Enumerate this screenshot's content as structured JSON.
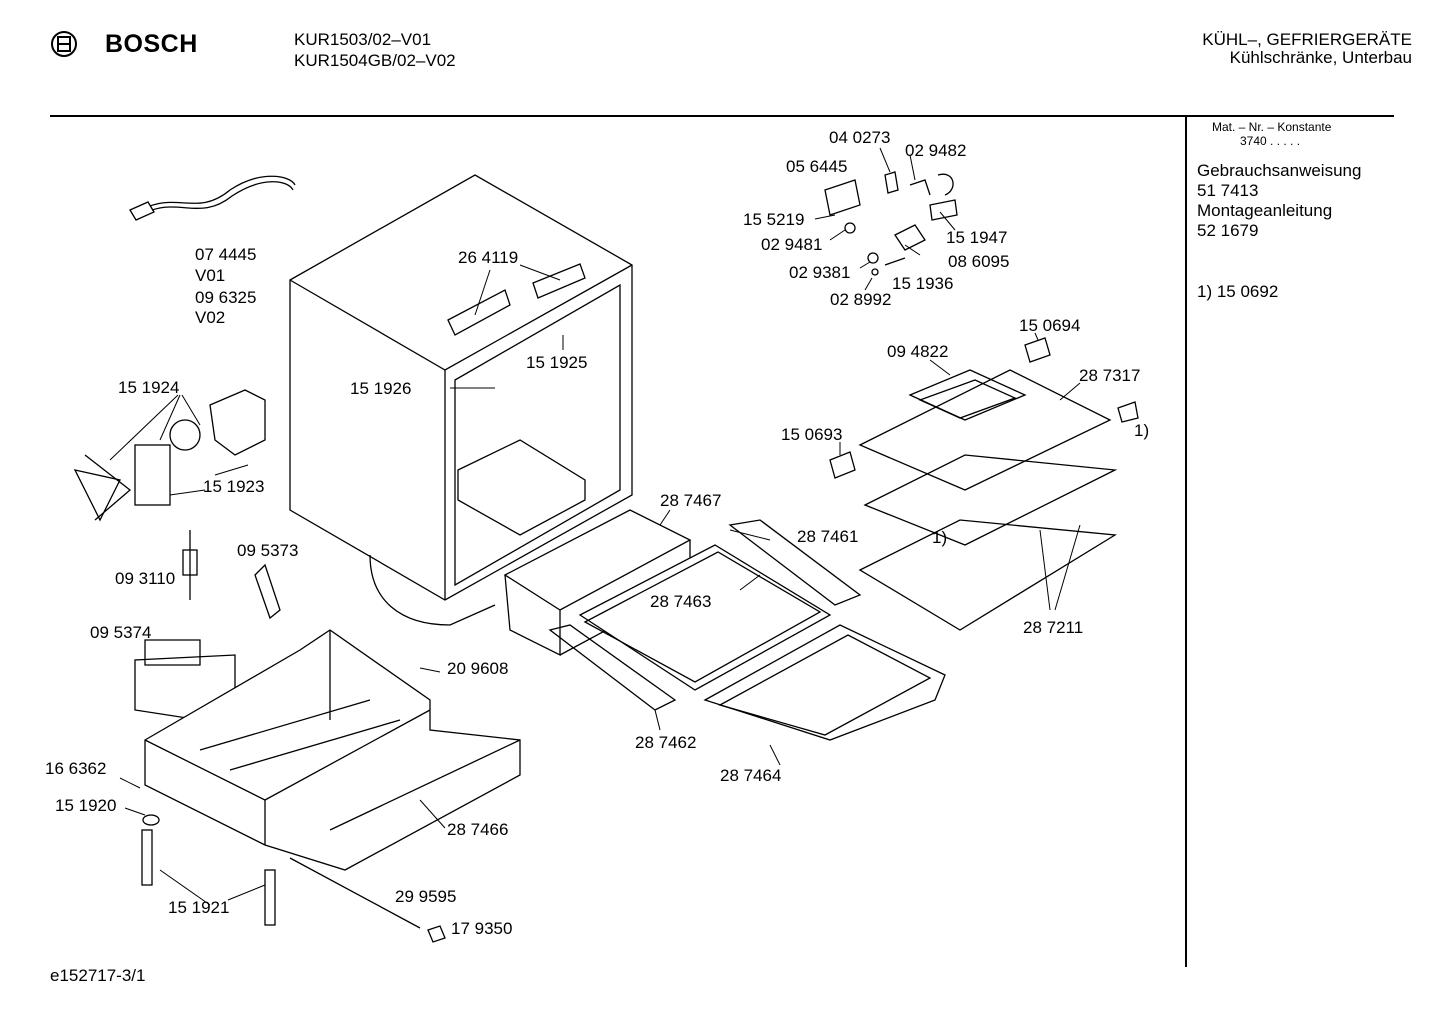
{
  "header": {
    "brand": "BOSCH",
    "models": [
      "KUR1503/02–V01",
      "KUR1504GB/02–V02"
    ],
    "category": "KÜHL–, GEFRIERGERÄTE",
    "subcategory": "Kühlschränke, Unterbau"
  },
  "sidebar": {
    "mat_header": "Mat. – Nr. – Konstante",
    "mat_value": "3740 . . . . .",
    "items": [
      "Gebrauchsanweisung",
      "51 7413",
      "Montageanleitung",
      "52 1679"
    ],
    "footnote": "1) 15 0692"
  },
  "parts": [
    "07 4445",
    "V01",
    "09 6325",
    "V02",
    "15 1924",
    "15 1923",
    "09 3110",
    "09 5373",
    "09 5374",
    "16 6362",
    "15 1920",
    "15 1921",
    "26 4119",
    "15 1925",
    "15 1926",
    "20 9608",
    "28 7466",
    "29 9595",
    "17 9350",
    "04 0273",
    "02 9482",
    "05 6445",
    "15 5219",
    "02 9481",
    "15 1947",
    "02 9381",
    "08 6095",
    "15 1936",
    "02 8992",
    "15 0694",
    "09 4822",
    "28 7317",
    "1)",
    "15 0693",
    "1)",
    "28 7467",
    "28 7461",
    "28 7463",
    "28 7211",
    "28 7462",
    "28 7464"
  ],
  "footer": "e152717-3/1"
}
